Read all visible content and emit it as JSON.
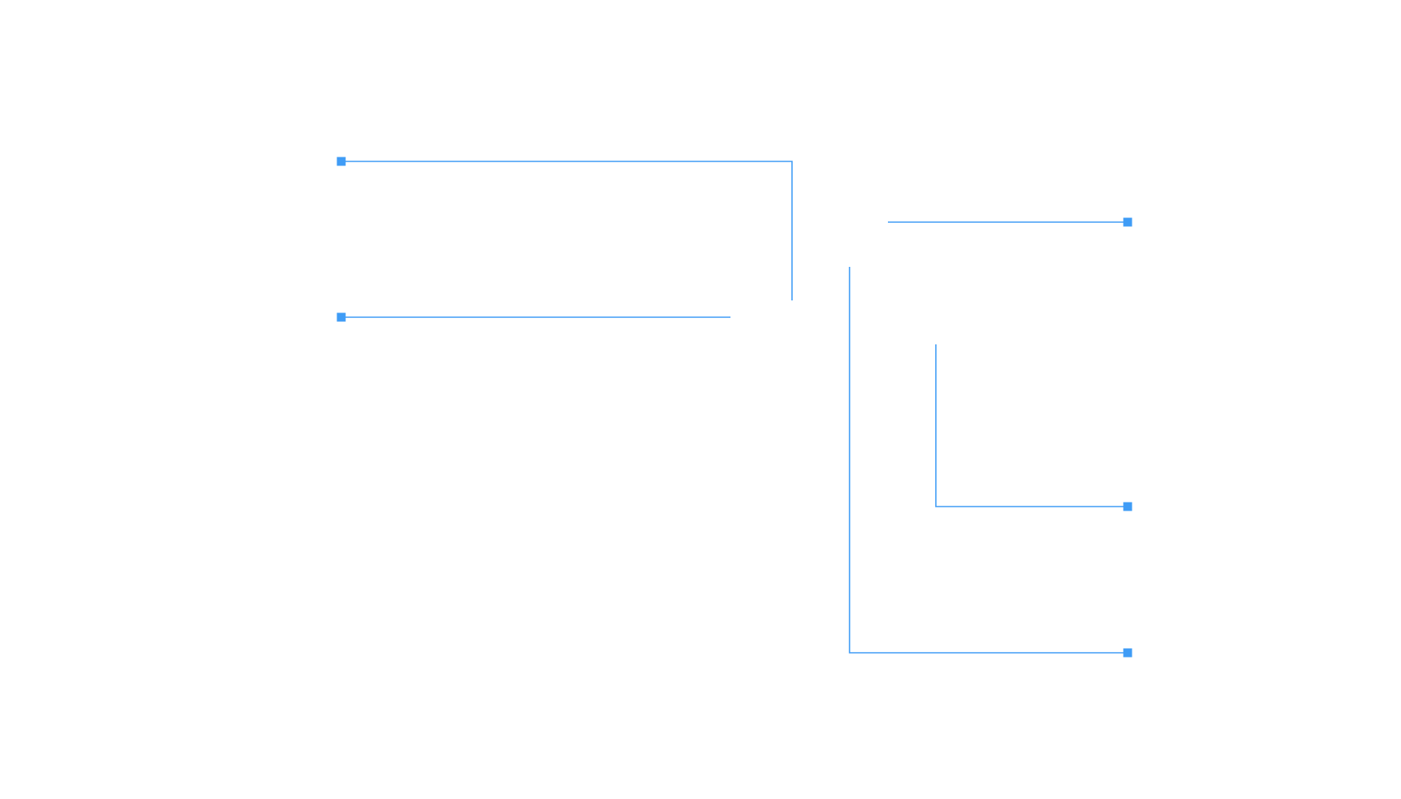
{
  "diagram": {
    "line_color": "#3f9cf6",
    "background": "#ffffff",
    "connectors": [
      {
        "id": "connector-top-left",
        "side": "left",
        "shape": "elbow-down",
        "endpoint": "square"
      },
      {
        "id": "connector-mid-left",
        "side": "left",
        "shape": "straight",
        "endpoint": "square"
      },
      {
        "id": "connector-top-right",
        "side": "right",
        "shape": "straight",
        "endpoint": "square"
      },
      {
        "id": "connector-mid-right",
        "side": "right",
        "shape": "elbow-up",
        "endpoint": "square"
      },
      {
        "id": "connector-bottom-right",
        "side": "right",
        "shape": "elbow-up",
        "endpoint": "square"
      }
    ]
  }
}
